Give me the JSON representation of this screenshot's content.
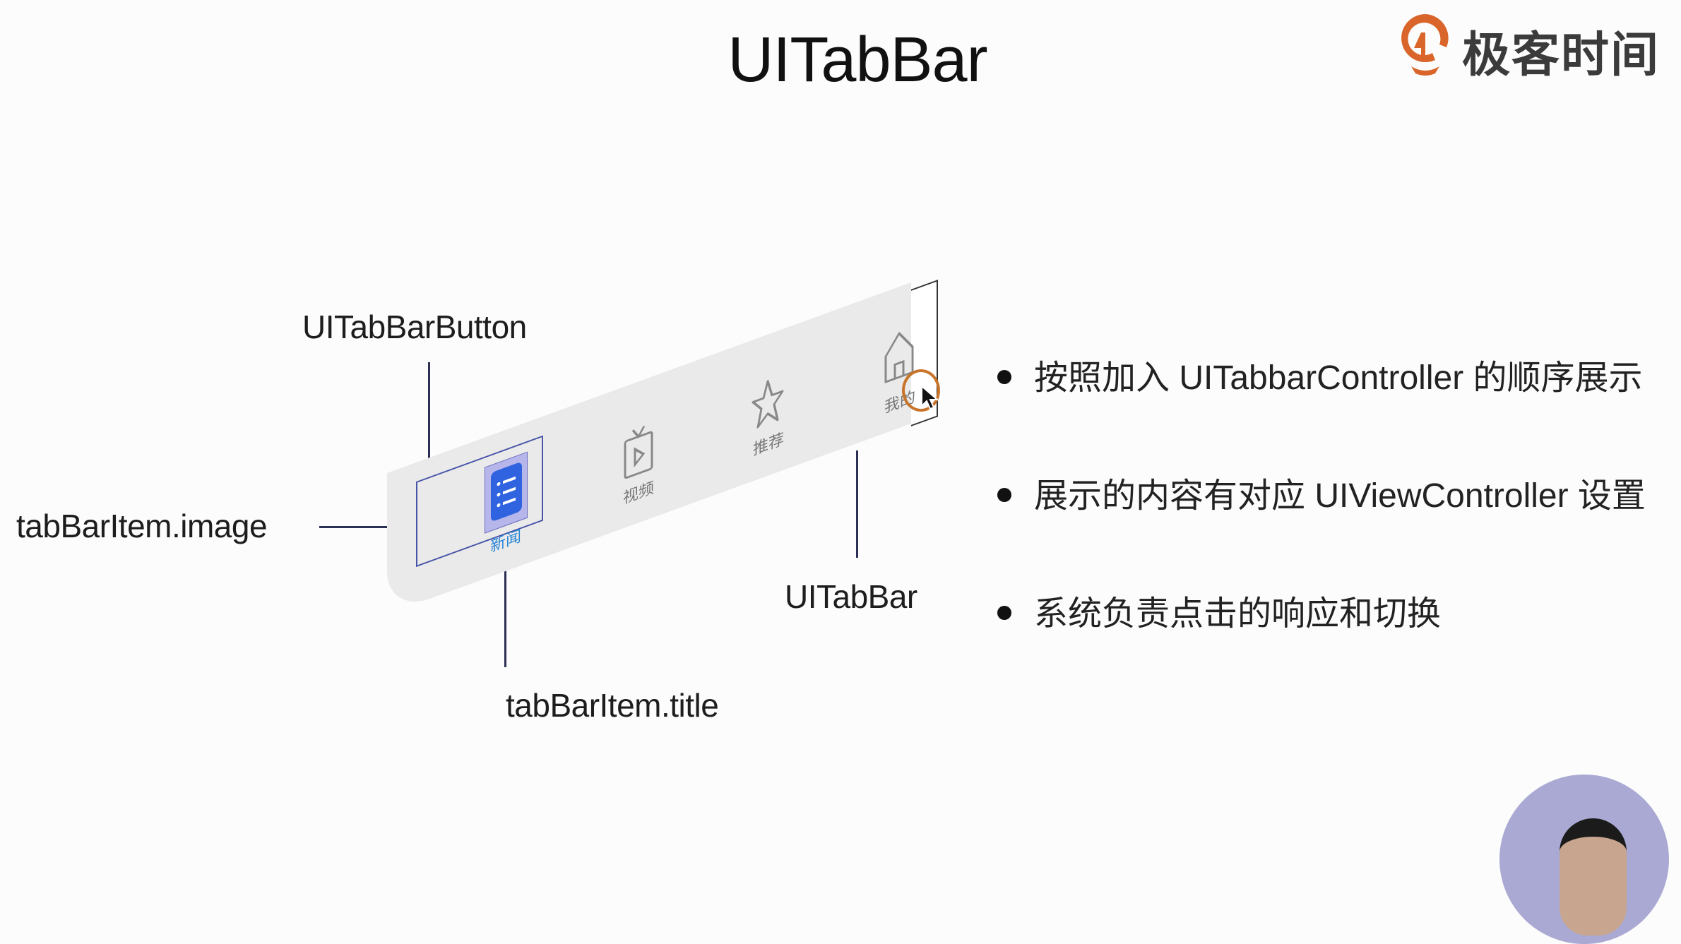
{
  "slide": {
    "title": "UITabBar",
    "logo": {
      "text": "极客时间",
      "color": "#d9652a"
    },
    "annotations": {
      "tabbar_button": "UITabBarButton",
      "item_image": "tabBarItem.image",
      "item_title": "tabBarItem.title",
      "tabbar": "UITabBar"
    },
    "tabbar": {
      "items": [
        {
          "label": "新闻",
          "icon": "list-icon",
          "selected": true
        },
        {
          "label": "视频",
          "icon": "tv-play-icon"
        },
        {
          "label": "推荐",
          "icon": "star-icon"
        },
        {
          "label": "我的",
          "icon": "house-icon"
        }
      ],
      "accent": "#2f63e0"
    },
    "bullets": [
      "按照加入 UITabbarController 的顺序展示",
      "展示的内容有对应 UIViewController 设置",
      "系统负责点击的响应和切换"
    ]
  }
}
